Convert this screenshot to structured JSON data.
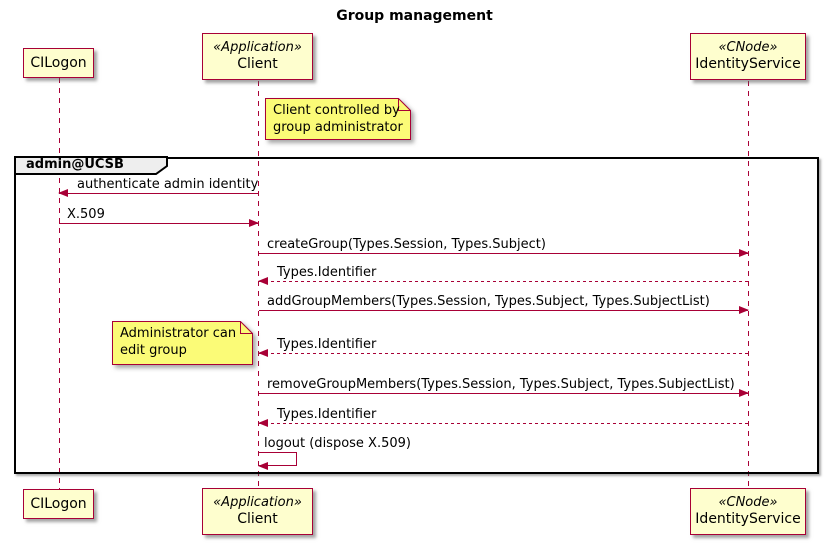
{
  "title": "Group management",
  "colors": {
    "line": "#A80036",
    "participant_fill": "#FEFECE",
    "note_fill": "#FBFB77",
    "frame_border": "#000000",
    "frame_label_fill": "#EEEEEE"
  },
  "participants": [
    {
      "stereotype": "",
      "name": "CILogon"
    },
    {
      "stereotype": "«Application»",
      "name": "Client"
    },
    {
      "stereotype": "«CNode»",
      "name": "IdentityService"
    }
  ],
  "frame": {
    "label": "admin@UCSB"
  },
  "notes": [
    {
      "text": "Client controlled by\ngroup administrator"
    },
    {
      "text": "Administrator can\nedit group"
    }
  ],
  "messages": [
    {
      "label": "authenticate admin identity",
      "from": "Client",
      "to": "CILogon",
      "style": "solid"
    },
    {
      "label": "X.509",
      "from": "CILogon",
      "to": "Client",
      "style": "solid"
    },
    {
      "label": "createGroup(Types.Session, Types.Subject)",
      "from": "Client",
      "to": "IdentityService",
      "style": "solid"
    },
    {
      "label": "Types.Identifier",
      "from": "IdentityService",
      "to": "Client",
      "style": "dashed"
    },
    {
      "label": "addGroupMembers(Types.Session, Types.Subject, Types.SubjectList)",
      "from": "Client",
      "to": "IdentityService",
      "style": "solid"
    },
    {
      "label": "Types.Identifier",
      "from": "IdentityService",
      "to": "Client",
      "style": "dashed"
    },
    {
      "label": "removeGroupMembers(Types.Session, Types.Subject, Types.SubjectList)",
      "from": "Client",
      "to": "IdentityService",
      "style": "solid"
    },
    {
      "label": "Types.Identifier",
      "from": "IdentityService",
      "to": "Client",
      "style": "dashed"
    },
    {
      "label": "logout (dispose X.509)",
      "from": "Client",
      "to": "Client",
      "style": "self"
    }
  ]
}
